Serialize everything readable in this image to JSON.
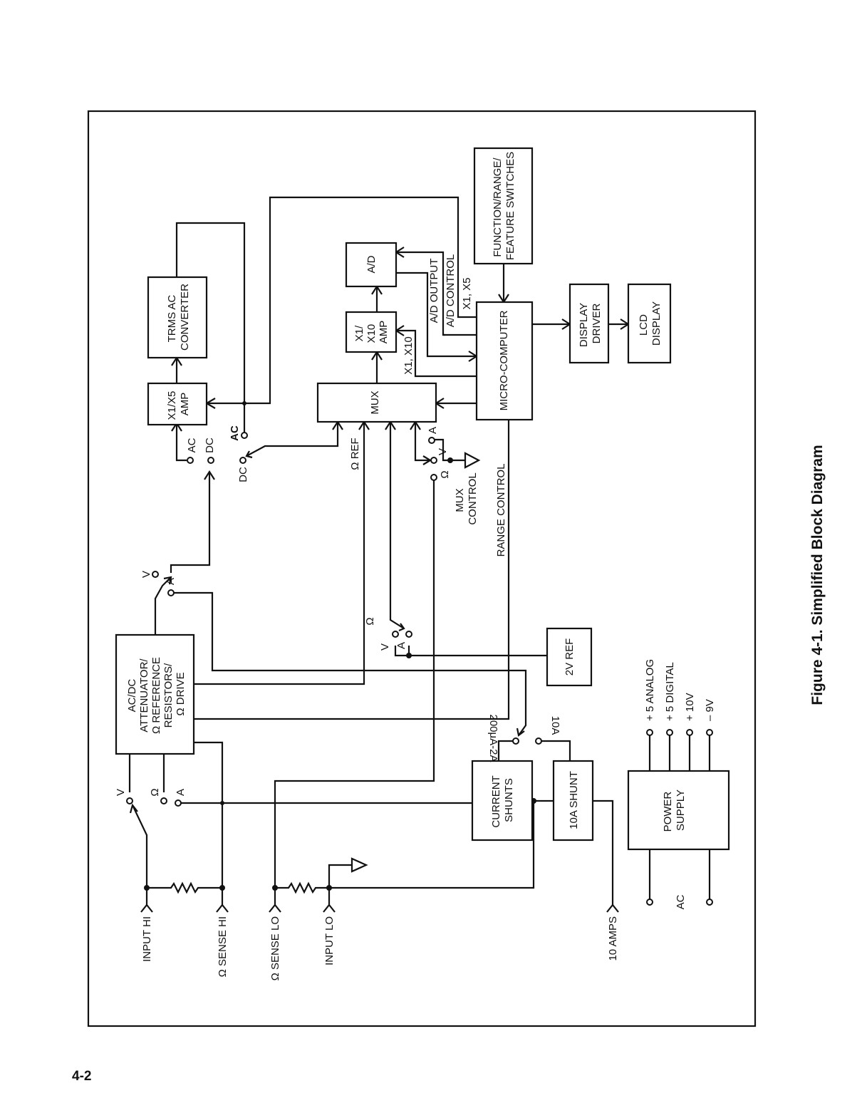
{
  "figure": {
    "caption": "Figure 4-1. Simplified Block Diagram",
    "page_number": "4-2"
  },
  "blocks": {
    "trms": [
      "TRMS AC",
      "CONVERTER"
    ],
    "amp_x1x5": [
      "X1/X5",
      "AMP"
    ],
    "ad": [
      "A/D"
    ],
    "amp_x1x10": [
      "X1/",
      "X10",
      "AMP"
    ],
    "mux": [
      "MUX"
    ],
    "function_switches": [
      "FUNCTION/RANGE/",
      "FEATURE SWITCHES"
    ],
    "microcomputer": [
      "MICRO-COMPUTER"
    ],
    "display_driver": [
      "DISPLAY",
      "DRIVER"
    ],
    "lcd": [
      "LCD",
      "DISPLAY"
    ],
    "attenuator": [
      "AC/DC",
      "ATTENUATOR/",
      "Ω REFERENCE",
      "RESISTORS/",
      "Ω DRIVE"
    ],
    "vref": [
      "2V REF"
    ],
    "current_shunts": [
      "CURRENT",
      "SHUNTS"
    ],
    "shunt_10a": [
      "10A SHUNT"
    ],
    "power_supply": [
      "POWER",
      "SUPPLY"
    ]
  },
  "inputs": [
    "INPUT HI",
    "Ω SENSE HI",
    "Ω SENSE LO",
    "INPUT LO",
    "10 AMPS"
  ],
  "signals": {
    "ad_output": "A/D OUTPUT",
    "ad_control": "A/D CONTROL",
    "x1x5": "X1, X5",
    "x1x10": "X1, X10",
    "range_control": "RANGE CONTROL",
    "mux_control": [
      "MUX",
      "CONTROL"
    ],
    "ohm_ref": "Ω REF"
  },
  "switch_labels": {
    "ac": "AC",
    "dc": "DC",
    "ac_bold": "AC",
    "dc2": "DC",
    "v": "V",
    "a": "A",
    "ohm": "Ω",
    "range_low": "200μA-2A",
    "range_high": "10A"
  },
  "power_outputs": [
    "+ 5 ANALOG",
    "+ 5 DIGITAL",
    "+ 10V",
    "– 9V"
  ],
  "power_input": "AC"
}
